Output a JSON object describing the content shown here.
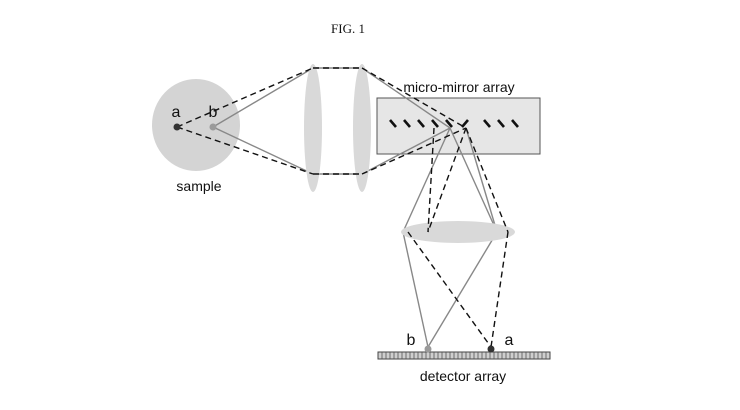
{
  "figure": {
    "title": "FIG. 1",
    "labels": {
      "sample": "sample",
      "point_a": "a",
      "point_b": "b",
      "micro_mirror_array": "micro-mirror array",
      "detector_array": "detector array",
      "detector_b": "b",
      "detector_a": "a"
    }
  },
  "colors": {
    "sample_disc": "#d4d4d4",
    "lens": "#d9d9d9",
    "mirror_box_fill": "#e6e6e6",
    "mirror_box_stroke": "#555555",
    "solid_ray": "#888888",
    "dashed_ray": "#111111",
    "mirror": "#111111",
    "point_a": "#333333",
    "point_b": "#9a9a9a",
    "detector_bar": "#cfcfcf"
  }
}
